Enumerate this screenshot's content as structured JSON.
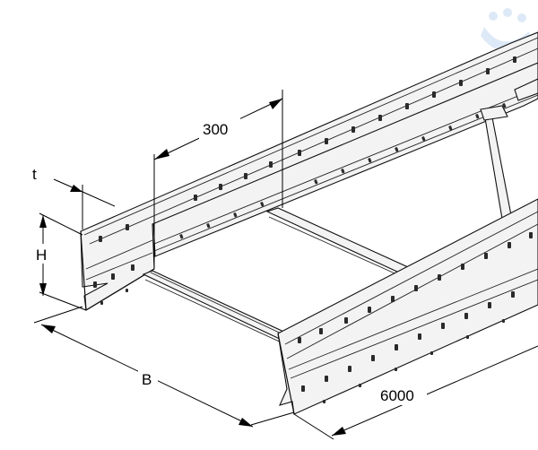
{
  "diagram": {
    "dimensions": {
      "rung_spacing": "300",
      "thickness": "t",
      "height": "H",
      "width": "B",
      "length": "6000"
    },
    "colors": {
      "line": "#111111",
      "fill": "#f3f3f3",
      "watermark": "#cfe0f5"
    },
    "icons": [
      "watermark-logo-icon"
    ]
  }
}
